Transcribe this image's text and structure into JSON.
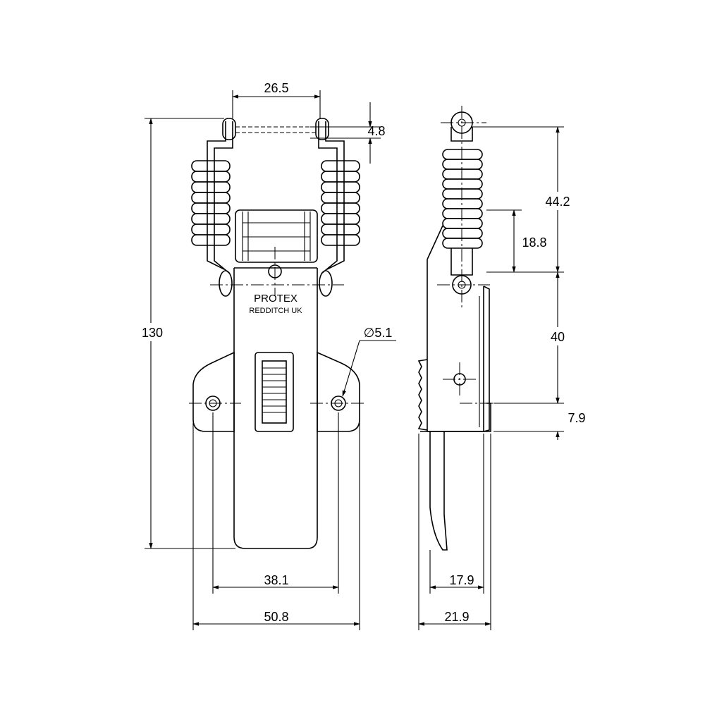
{
  "marking": {
    "brand": "PROTEX",
    "origin": "REDDITCH UK"
  },
  "dimensions": {
    "pin_width": "26.5",
    "pin_thickness": "4.8",
    "overall_length": "130",
    "hole_diameter": "∅5.1",
    "hole_spacing": "38.1",
    "base_width": "50.8",
    "side_upper": "44.2",
    "side_spring": "18.8",
    "side_mid": "40",
    "side_lower": "7.9",
    "side_depth_inner": "17.9",
    "side_depth_outer": "21.9"
  }
}
